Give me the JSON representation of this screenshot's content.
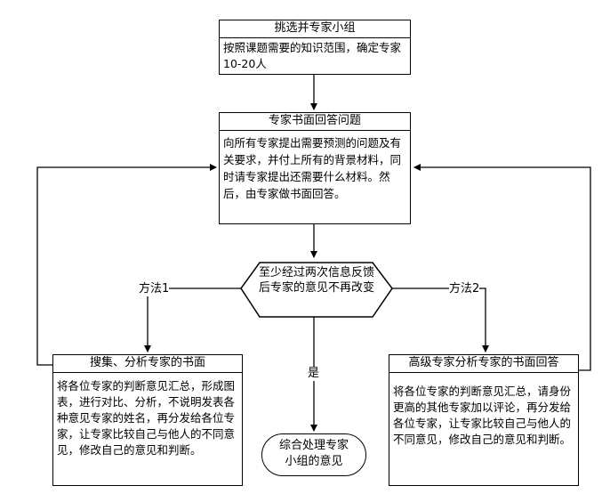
{
  "step1": {
    "title": "挑选并专家小组",
    "body": "按照课题需要的知识范围，确定专家10-20人"
  },
  "step2": {
    "title": "专家书面回答问题",
    "body": "向所有专家提出需要预测的问题及有关要求，并付上所有的背景材料，同时请专家提出还需要什么材料。然后，由专家做书面回答。"
  },
  "decision": {
    "text": "至少经过两次信息反馈后专家的意见不再改变"
  },
  "method1": {
    "label": "方法1",
    "title": "搜集、分析专家的书面",
    "body": "将各位专家的判断意见汇总，形成图表，进行对比、分析，不说明发表各种意见专家的姓名，再分发给各位专家，让专家比较自己与他人的不同意见，修改自己的意见和判断。"
  },
  "method2": {
    "label": "方法2",
    "title": "高级专家分析专家的书面回答",
    "body": "将各位专家的判断意见汇总，请身份更高的其他专家加以评论，再分发给各位专家，让专家比较自己与他人的不同意见，修改自己的意见和判断。"
  },
  "yes_label": "是",
  "result": {
    "text": "综合处理专家小组的意见"
  }
}
